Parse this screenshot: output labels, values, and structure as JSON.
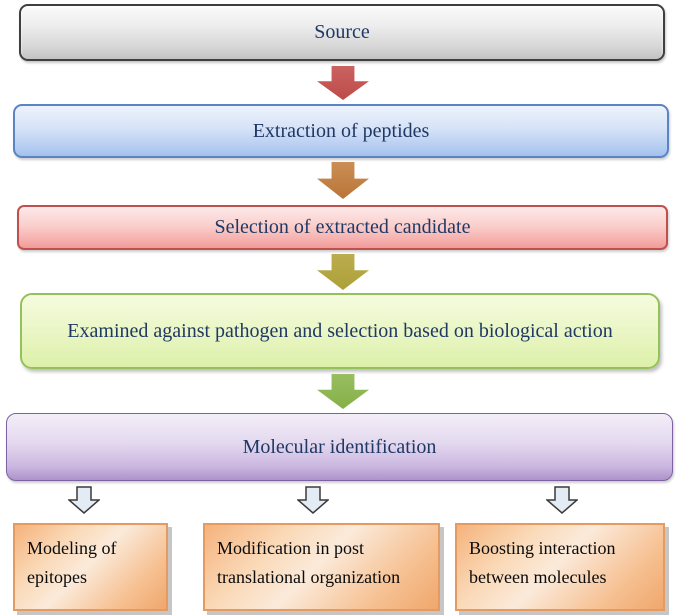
{
  "diagram": {
    "title_none_visible": "",
    "steps": [
      {
        "id": "source",
        "label": "Source"
      },
      {
        "id": "extraction",
        "label": "Extraction of peptides"
      },
      {
        "id": "selection",
        "label": "Selection of extracted candidate"
      },
      {
        "id": "examined",
        "label": "Examined against pathogen and selection based on biological action"
      },
      {
        "id": "molecular",
        "label": "Molecular identification"
      }
    ],
    "branches": [
      {
        "label": "Modeling of epitopes"
      },
      {
        "label": "Modification in post translational organization"
      },
      {
        "label": "Boosting interaction between molecules"
      }
    ],
    "icons": [
      "down-arrow-icon-red",
      "down-arrow-icon-orange",
      "down-arrow-icon-olive",
      "down-arrow-icon-green",
      "down-arrow-outline-icon"
    ],
    "colors": {
      "step_text": "#1F3864",
      "branch_text": "#0B0B0B",
      "source_border": "#3F3F3F",
      "source_fill": "#D8D8D8",
      "extraction_border": "#5B84C4",
      "extraction_fill": "#B2CBF1",
      "selection_border": "#C0504D",
      "selection_fill": "#F4A6A3",
      "examined_border": "#94C25A",
      "examined_fill": "#E4F3B8",
      "molecular_border": "#7E61A3",
      "molecular_fill": "#CBB6E0",
      "branch_border": "#E59A5F",
      "branch_fill": "#F6C091",
      "arrow_red": "#BE4B48",
      "arrow_orange": "#BA7538",
      "arrow_olive": "#ADA038",
      "arrow_green": "#86B049",
      "hollow_arrow_fill": "#E3EBF5",
      "hollow_arrow_stroke": "#3A3A3A",
      "background": "#FFFFFF"
    }
  }
}
